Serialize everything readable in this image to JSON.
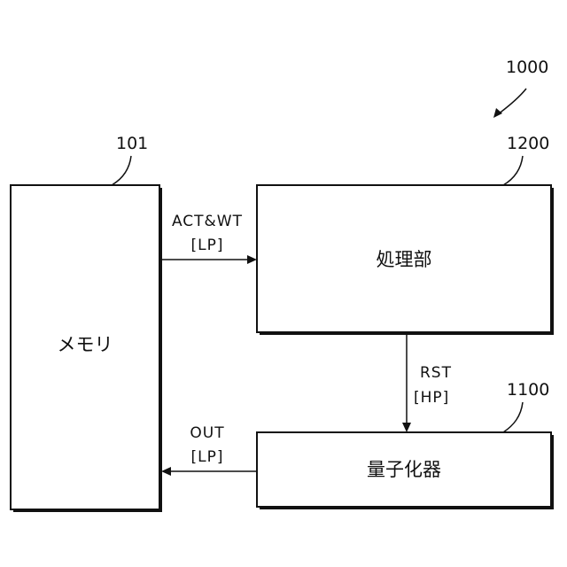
{
  "figure": {
    "system_ref": "1000"
  },
  "blocks": {
    "memory": {
      "ref": "101",
      "label": "メモリ"
    },
    "processing_unit": {
      "ref": "1200",
      "label": "処理部"
    },
    "quantizer": {
      "ref": "1100",
      "label": "量子化器"
    }
  },
  "signals": {
    "act_wt": {
      "name": "ACT&WT",
      "precision": "[LP]"
    },
    "rst": {
      "name": "RST",
      "precision": "[HP]"
    },
    "out": {
      "name": "OUT",
      "precision": "[LP]"
    }
  }
}
